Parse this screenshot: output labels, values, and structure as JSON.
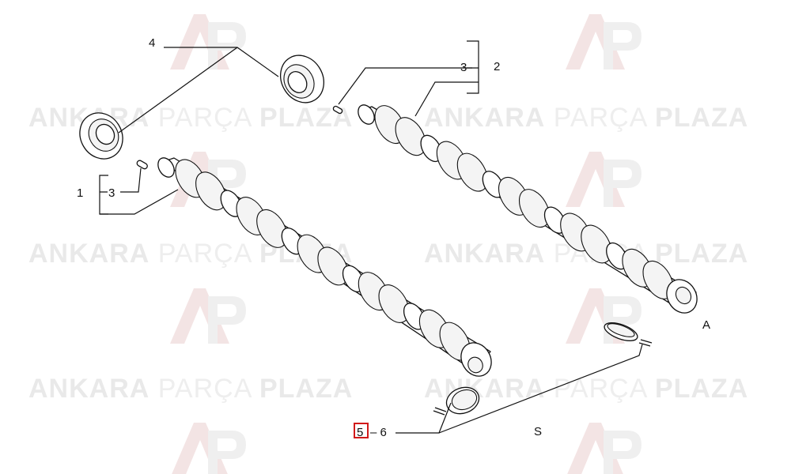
{
  "watermark": {
    "brand_bold_1": "ANKARA",
    "brand_light": "PARÇA",
    "brand_bold_2": "PLAZA",
    "logo_letters": "AP",
    "brand_color": "#d9d9d9"
  },
  "callouts": {
    "c4": "4",
    "c3_top": "3",
    "c2": "2",
    "c1": "1",
    "c3_left": "3",
    "c5": "5",
    "c_dash6": "– 6",
    "cA": "A",
    "cS": "S"
  },
  "highlight": {
    "color": "#d11a1a",
    "target": "5"
  }
}
